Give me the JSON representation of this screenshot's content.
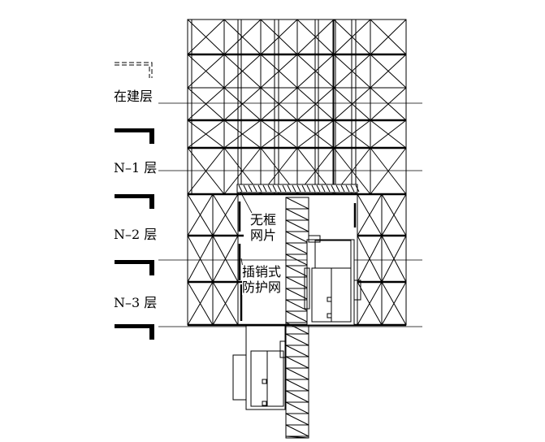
{
  "labels": {
    "floor_building": "在建层",
    "floor_n1": "N–1 层",
    "floor_n2": "N–2 层",
    "floor_n3": "N–3 层"
  },
  "callouts": {
    "frameless_mesh_line1": "无框",
    "frameless_mesh_line2": "网片",
    "pin_net_line1": "插销式",
    "pin_net_line2": "防护网"
  }
}
